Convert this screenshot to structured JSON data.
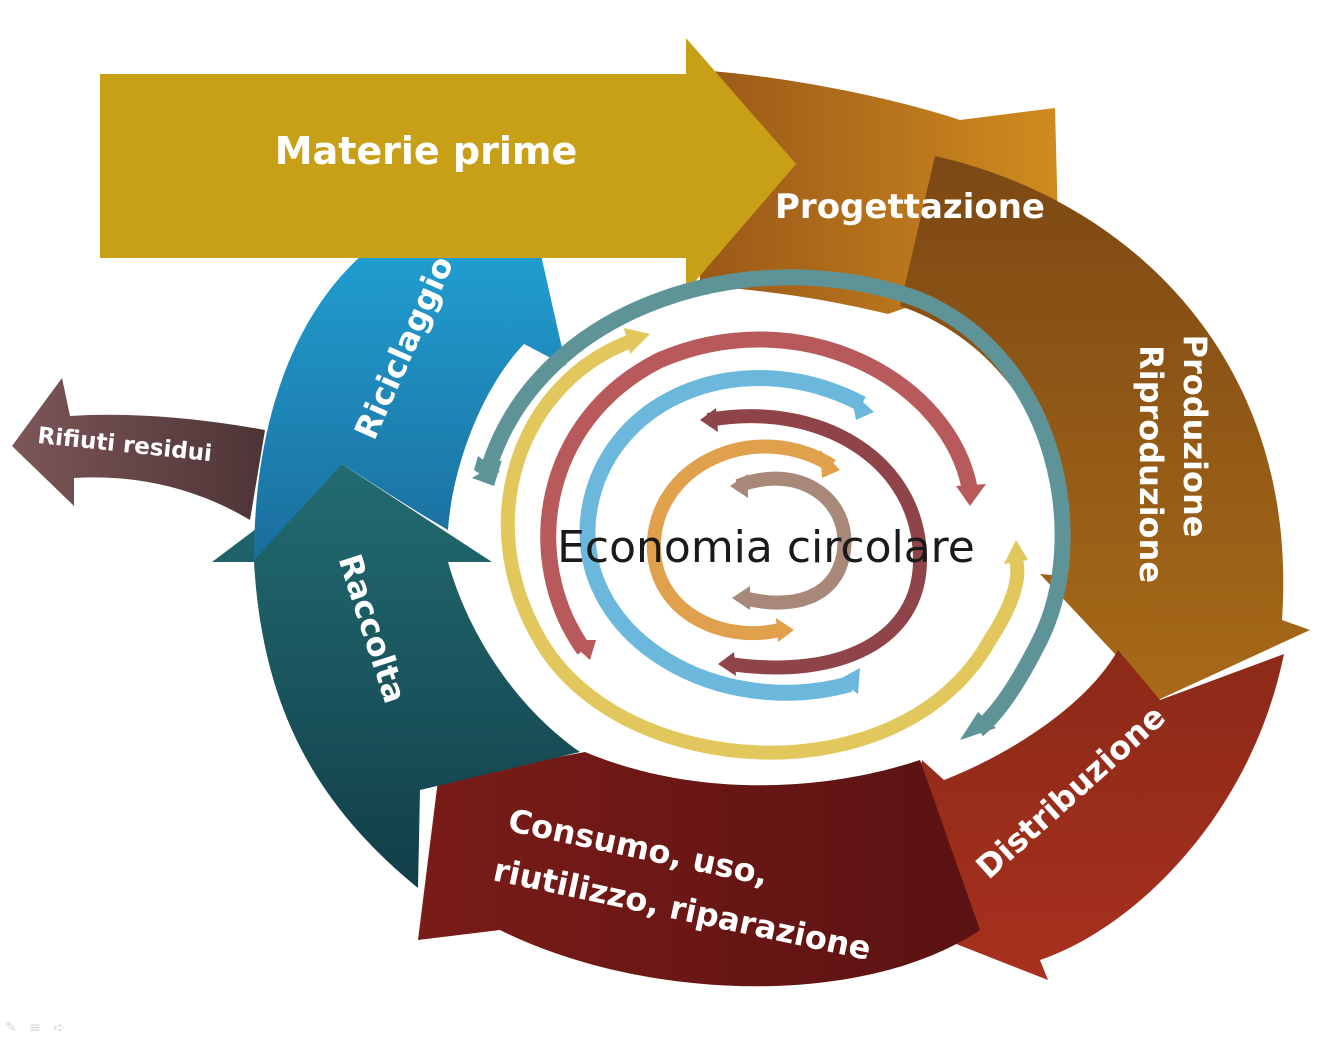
{
  "labels": {
    "materie_prime": "Materie prime",
    "progettazione": "Progettazione",
    "produzione": "Produzione",
    "riproduzione": "Riproduzione",
    "distribuzione": "Distribuzione",
    "consumo_1": "Consumo, uso,",
    "consumo_2": "riutilizzo, riparazione",
    "raccolta": "Raccolta",
    "riciclaggio": "Riciclaggio",
    "rifiuti_residui": "Rifiuti residui",
    "center": "Economia circolare"
  },
  "colors": {
    "materie_prime": "#C8A018",
    "progettazione": "#C8841C",
    "produzione": "#9A5C14",
    "distribuzione": "#A42C1C",
    "consumo": "#6A1616",
    "raccolta": "#1E5C64",
    "riciclaggio": "#2098CC",
    "rifiuti_residui": "#6E4A4C",
    "ring_teal": "#5E9498",
    "ring_yellow": "#E2C85C",
    "ring_red": "#B85A5C",
    "ring_blue": "#6CB8DC",
    "ring_maroon": "#8E4448",
    "ring_orange": "#E0A04C",
    "ring_taupe": "#A88878"
  },
  "toolbar_icons": [
    "pen-icon",
    "menu-icon",
    "next-icon"
  ]
}
